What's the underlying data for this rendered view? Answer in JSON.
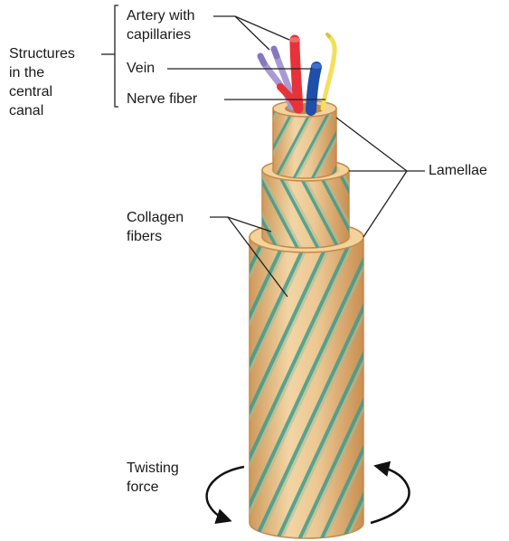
{
  "labels": {
    "structures": [
      "Structures",
      "in the",
      "central",
      "canal"
    ],
    "artery": [
      "Artery with",
      "capillaries"
    ],
    "vein": "Vein",
    "nerve": "Nerve fiber",
    "lamellae": "Lamellae",
    "collagen": [
      "Collagen",
      "fibers"
    ],
    "twisting": [
      "Twisting",
      "force"
    ]
  },
  "colors": {
    "bone_fill": "#e9c48d",
    "bone_light": "#f6dfb6",
    "bone_shadow": "#d3a46a",
    "bone_outline": "#c58a4a",
    "collagen_stripe": "#3f9a8c",
    "artery": "#e8323a",
    "vein": "#1f4fa8",
    "nerve": "#f3e05a",
    "capillary": "#a99ad3",
    "leader": "#222222"
  }
}
